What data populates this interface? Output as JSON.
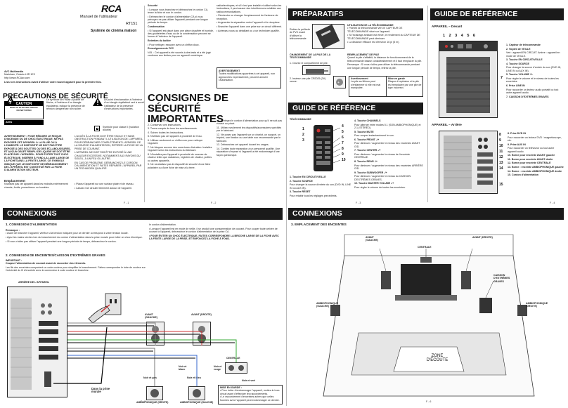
{
  "brand": "RCA",
  "header": {
    "manual_title": "Manuel de l'utilisateur",
    "model": "RT151",
    "subtitle": "Système de cinéma maison"
  },
  "company": {
    "line1": "AVC Multimedia",
    "line2": "Markham, Ontario L3R 1E3",
    "url": "http://www.RCAav.com",
    "note": "Lisez ces instructions avant d'utiliser votre nouvel appareil pour la première fois."
  },
  "sections": {
    "precautions": "PRECAUTIONS DE SÉCURITÉ",
    "consignes": "CONSIGNES DE SÉCURITÉ IMPORTANTES",
    "preparatifs": "PRÉPARATIFS",
    "guide1": "GUIDE DE RÉFÉRENCE",
    "guide2": "GUIDE DE RÉFÉRENCE",
    "connexions1": "CONNEXIONS",
    "connexions2": "CONNEXIONS"
  },
  "caution": {
    "title": "CAUTION",
    "line1": "RISK OF ELECTRIC SHOCK",
    "line2": "DO NOT OPEN",
    "avis": "AVIS",
    "avis_text": "RISQUE DE CHOC ÉLECTRIQUE NE PAS OUVRIR",
    "symbol_note": "Symbole pour classe II (isolation double)"
  },
  "emplacement": {
    "title": "Emplacement",
    "text": "N'utilisez pas cet appareil dans les endroits extrêmement chauds, froids, poussiéreux ou humides."
  },
  "pagenums": [
    "F - 1",
    "F - 2",
    "F - 3",
    "F - 4",
    "F - 5",
    "F - 6"
  ],
  "preparatifs": {
    "telecommande_title": "UTILISATION DE LA TÉLÉCOMMANDE",
    "retirez": "Retirez la pellicule de PVC avant d'utiliser la télécommande",
    "pile_title": "CHANGEMENT DE LA PILE DE LA TÉLÉCOMMANDE",
    "step1": "1. Ouvrez le compartiment de pile.",
    "step2": "2. Insérez une pile CR2025 (3V) neuve.",
    "remplacement_title": "REMPLACEMENT DE PILE",
    "avertissement": "Avertissement",
    "mise_en_garde": "Mise en garde"
  },
  "guide_tele": {
    "title": "TÉLÉCOMMANDE",
    "items_left": [
      "1. Touche EN CIRCUIT/VEILLE",
      "2. Touche SOURCE",
      "3. Touche RESET"
    ],
    "items_right": [
      "4. Touche CHANNELS",
      "5. Touche MUTE",
      "6. Touche FRONT -/+",
      "7. Touche CENTER -/+",
      "8. Touche REAR -/+",
      "9. Touche SUBWOOFER -/+",
      "10. Touche MASTER VOLUME -/+"
    ]
  },
  "guide_front": {
    "title": "APPAREIL – Devant",
    "nums": "1 2 3 4  5  6",
    "items": [
      "1. Capteur de télécommande",
      "2. Voyant de VEILLE",
      "3. Touche EN CIRCUIT/VEILLE",
      "4. Touche SOURCE",
      "5. Touche VOLUME +/-",
      "6. Prise LINE IN",
      "7. CAISSON D'EXTRÊMES GRAVES"
    ]
  },
  "guide_rear": {
    "title": "APPAREIL – Arrière",
    "items": [
      "8. Prise DVD IN",
      "9. Prise AUX IN",
      "10. Borne pour enceinte AVANT gauche",
      "11. Borne pour enceinte AVANT droite",
      "12. Borne pour enceinte CENTRALE",
      "13. Borne : enceinte AMBIOPHONIQUE gauche",
      "14. Borne : enceinte AMBIOPHONIQUE droite",
      "15. Cordon d'alimentation"
    ]
  },
  "connexions": {
    "c1_title": "1. CONNEXION D'ALIMENTATION",
    "remarque": "Remarque :",
    "c2_title": "2. CONNEXION DE ENCEINTES/CAISSON D'EXTRÊMES GRAVES",
    "important": "IMPORTANT :",
    "arriere": "ARRIÈRE DE L'APPAREIL",
    "dans_prise": "Dans la prise murale",
    "avant_gauche": "AVANT (GAUCHE)",
    "avant_droite": "AVANT (DROITE)",
    "centrale": "CENTRALE",
    "noir_blanc": "Noir et blanc",
    "noir_rouge": "Noir et rouge",
    "noir_vert": "Noir et vert",
    "noir_gris": "Noir et gris",
    "noir_bleu": "Noir et bleu",
    "ambio_droite": "AMBIOPHONIQUE (DROITE)",
    "ambio_gauche": "AMBIOPHONIQUE (GAUCHE)",
    "mise_garde_title": "MISE EN GARDE :",
    "c3_title": "3. EMPLACEMENT DES ENCEINTES",
    "caisson": "CAISSON D'EXTRÊMES GRAVES",
    "zone": "ZONE D'ÉCOUTE"
  }
}
